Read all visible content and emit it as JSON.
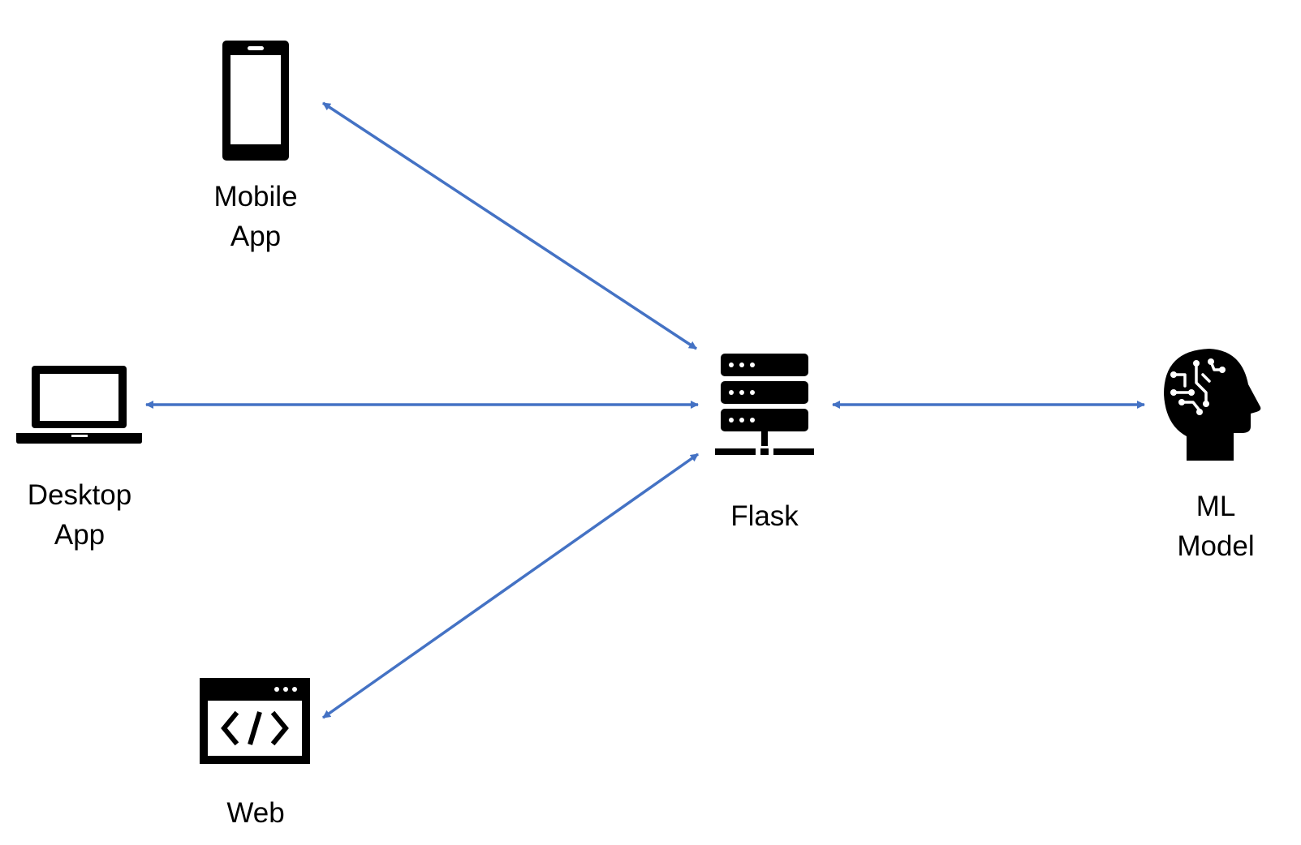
{
  "colors": {
    "connector": "#4472c4",
    "icon": "#000000",
    "background": "#ffffff"
  },
  "nodes": {
    "mobile": {
      "icon": "smartphone-icon",
      "label_line1": "Mobile",
      "label_line2": "App"
    },
    "desktop": {
      "icon": "laptop-icon",
      "label_line1": "Desktop",
      "label_line2": "App"
    },
    "web": {
      "icon": "code-window-icon",
      "label_line1": "Web"
    },
    "flask": {
      "icon": "server-icon",
      "label_line1": "Flask"
    },
    "model": {
      "icon": "ai-head-icon",
      "label_line1": "ML",
      "label_line2": "Model"
    }
  },
  "edges": [
    {
      "from": "mobile",
      "to": "flask",
      "direction": "bidirectional"
    },
    {
      "from": "desktop",
      "to": "flask",
      "direction": "bidirectional"
    },
    {
      "from": "web",
      "to": "flask",
      "direction": "bidirectional"
    },
    {
      "from": "flask",
      "to": "model",
      "direction": "bidirectional"
    }
  ]
}
